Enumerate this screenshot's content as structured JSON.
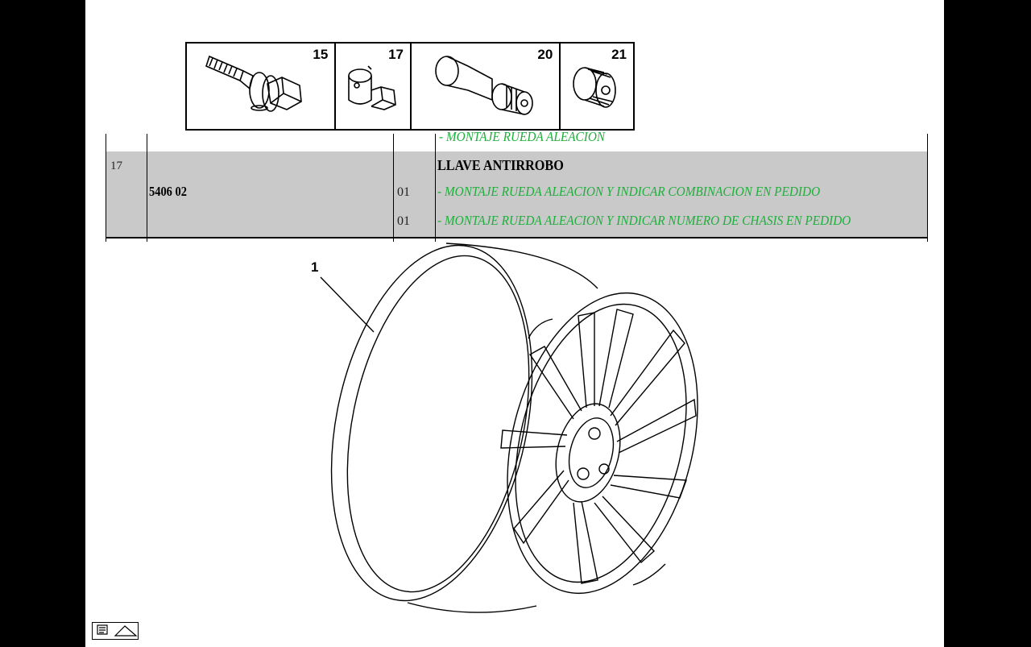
{
  "parts_strip": [
    {
      "number": "15",
      "icon": "wheel-bolt-icon"
    },
    {
      "number": "17",
      "icon": "anti-theft-key-icon"
    },
    {
      "number": "20",
      "icon": "tire-valve-icon"
    },
    {
      "number": "21",
      "icon": "valve-cap-icon"
    }
  ],
  "table": {
    "partial_row_note": "- MONTAJE RUEDA ALEACION",
    "row": {
      "item_no": "17",
      "part_no": "5406 02",
      "description": "LLAVE ANTIRROBO",
      "lines": [
        {
          "qty": "01",
          "note": "- MONTAJE RUEDA ALEACION Y INDICAR COMBINACION EN PEDIDO"
        },
        {
          "qty": "01",
          "note": "- MONTAJE RUEDA ALEACION Y INDICAR NUMERO DE CHASIS EN PEDIDO"
        }
      ]
    },
    "colors": {
      "highlight_row": "#c9c9c9",
      "note_text": "#1fae3b"
    }
  },
  "drawing": {
    "callout": "1",
    "subject": "alloy-wheel"
  },
  "footer": {
    "icon": "page-navigation-icon"
  }
}
